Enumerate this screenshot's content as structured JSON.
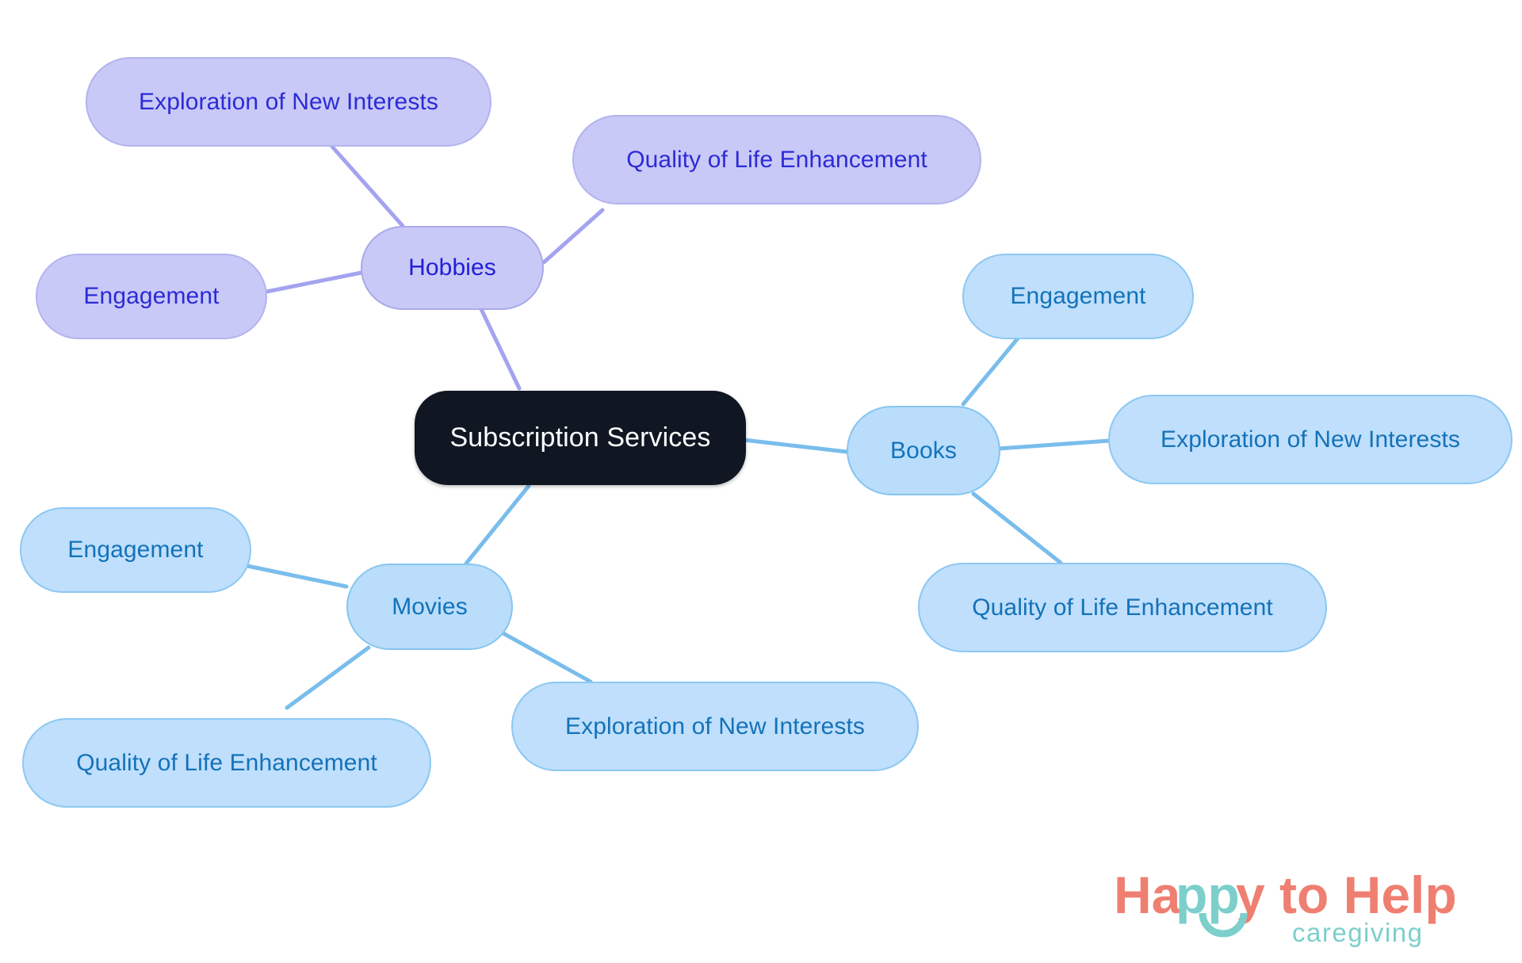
{
  "diagram": {
    "type": "mind-map",
    "title": "Subscription Services",
    "background_color": "#ffffff",
    "palette": {
      "root_fill": "#101722",
      "root_text": "#ffffff",
      "purple_fill": "#c9c9f7",
      "purple_stroke": "#a9a9ea",
      "purple_text": "#2020d8",
      "blue_fill": "#bfdffc",
      "blue_stroke": "#8cc8f2",
      "blue_text": "#1472b8",
      "purple_edge": "#a3a3f0",
      "blue_edge": "#79bdec"
    },
    "root": {
      "label": "Subscription Services"
    },
    "branches": [
      {
        "id": "hobbies",
        "label": "Hobbies",
        "color": "purple",
        "children": [
          {
            "id": "hobbies-exploration",
            "label": "Exploration of New Interests"
          },
          {
            "id": "hobbies-quality",
            "label": "Quality of Life Enhancement"
          },
          {
            "id": "hobbies-engagement",
            "label": "Engagement"
          }
        ]
      },
      {
        "id": "books",
        "label": "Books",
        "color": "blue",
        "children": [
          {
            "id": "books-engagement",
            "label": "Engagement"
          },
          {
            "id": "books-exploration",
            "label": "Exploration of New Interests"
          },
          {
            "id": "books-quality",
            "label": "Quality of Life Enhancement"
          }
        ]
      },
      {
        "id": "movies",
        "label": "Movies",
        "color": "blue",
        "children": [
          {
            "id": "movies-engagement",
            "label": "Engagement"
          },
          {
            "id": "movies-quality",
            "label": "Quality of Life Enhancement"
          },
          {
            "id": "movies-exploration",
            "label": "Exploration of New Interests"
          }
        ]
      }
    ],
    "logo": {
      "line1_part1": "Ha",
      "line1_part2": "pp",
      "line1_part3": "y to Help",
      "line2": "caregiving",
      "coral": "#ef7f71",
      "teal": "#7ccfcb"
    }
  }
}
